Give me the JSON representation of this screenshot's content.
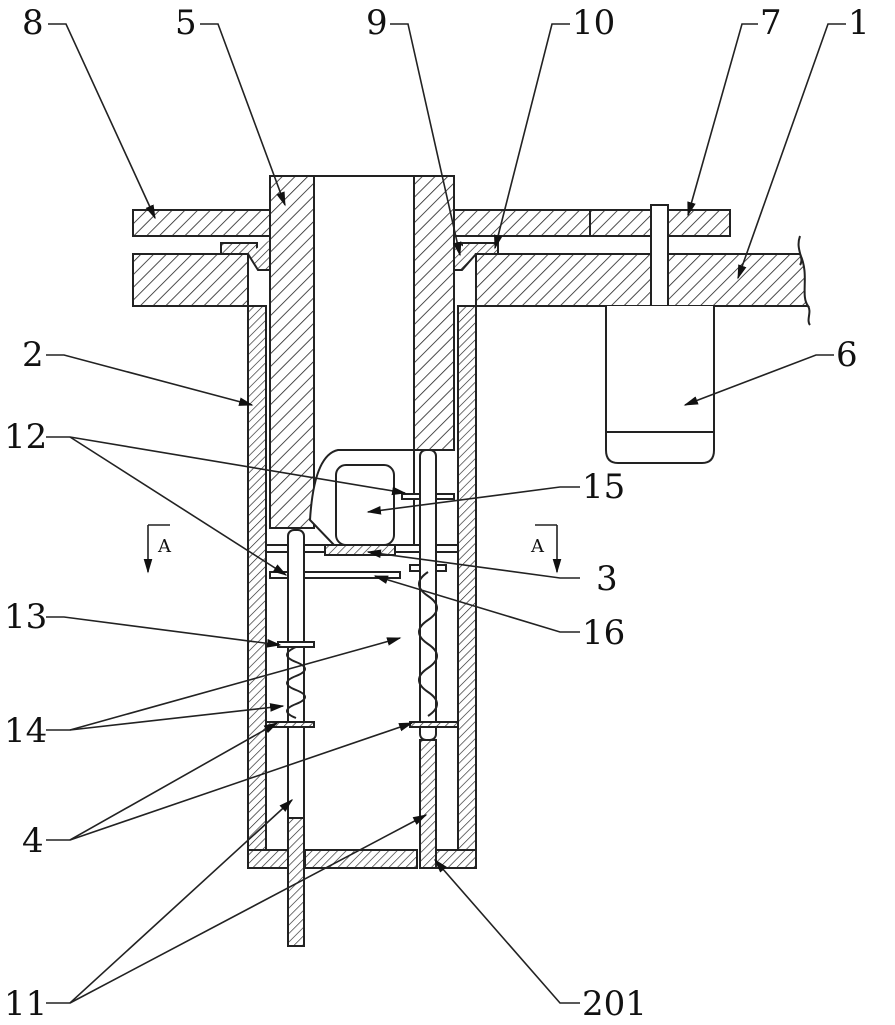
{
  "figure": {
    "labels": {
      "l8": "8",
      "l5": "5",
      "l9": "9",
      "l10": "10",
      "l7": "7",
      "l1": "1",
      "l2": "2",
      "l6": "6",
      "l12": "12",
      "l15": "15",
      "l3": "3",
      "l16": "16",
      "l13": "13",
      "l14": "14",
      "l4": "4",
      "l11": "11",
      "l201": "201"
    },
    "section_marks": {
      "left": "A",
      "right": "A"
    }
  }
}
